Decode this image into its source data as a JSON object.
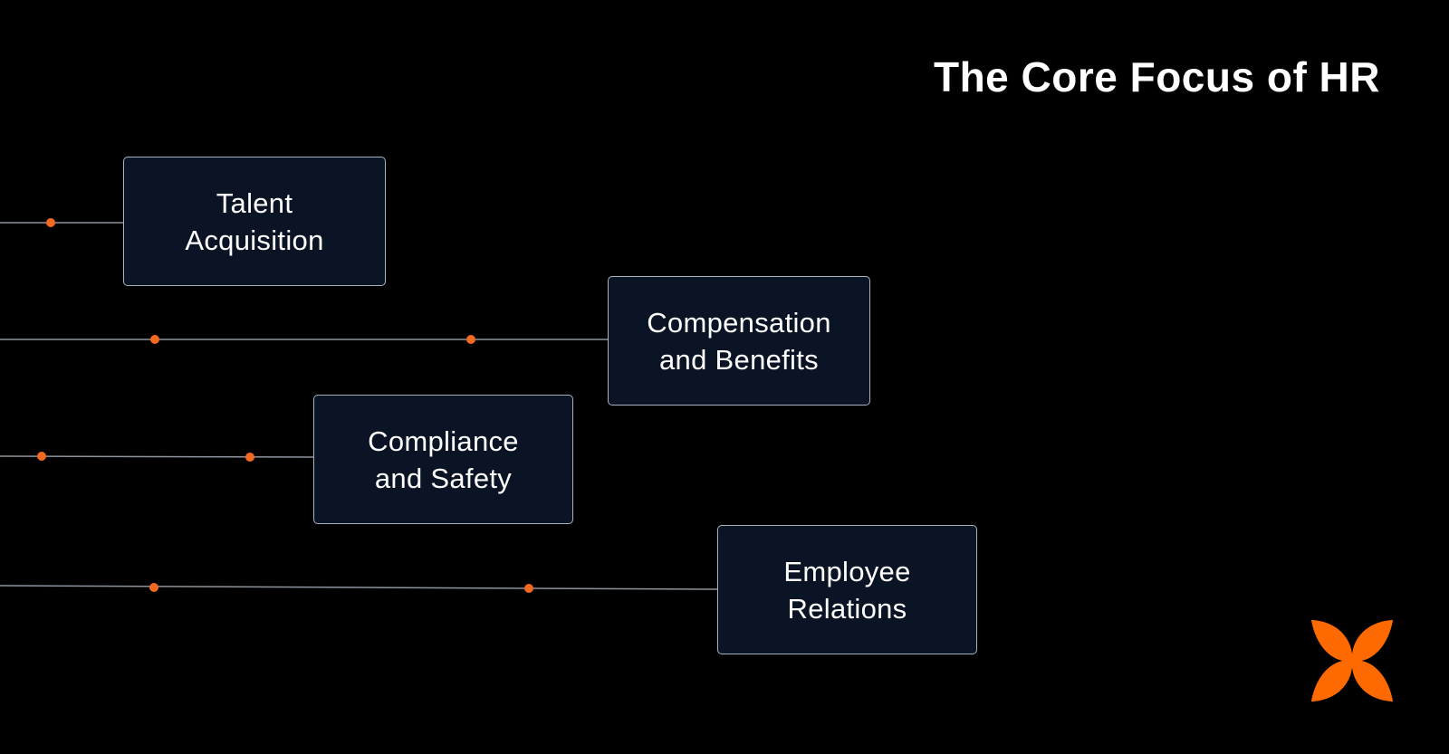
{
  "title": "The Core Focus of HR",
  "colors": {
    "background": "#000000",
    "box_fill": "#0b1424",
    "box_border": "#a9b2bf",
    "connector_line": "#8d949c",
    "dot": "#f26a21",
    "logo": "#ff6a00",
    "text": "#ffffff"
  },
  "nodes": [
    {
      "id": "talent-acquisition",
      "line1": "Talent",
      "line2": "Acquisition"
    },
    {
      "id": "compensation-benefits",
      "line1": "Compensation",
      "line2": "and Benefits"
    },
    {
      "id": "compliance-safety",
      "line1": "Compliance",
      "line2": "and Safety"
    },
    {
      "id": "employee-relations",
      "line1": "Employee",
      "line2": "Relations"
    }
  ],
  "logo": {
    "icon": "butterfly-logo-icon"
  }
}
